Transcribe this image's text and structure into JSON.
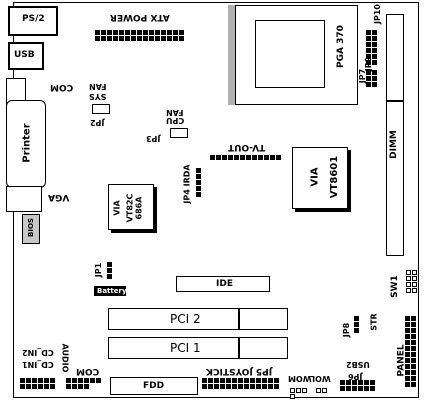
{
  "labels": {
    "ps2": "PS/2",
    "usb": "USB",
    "atx_power": "ATX POWER",
    "pga370": "PGA 370",
    "jp10": "JP10",
    "jp9": "JP9",
    "jp7": "JP7",
    "com": "COM",
    "sys_fan_1": "SYS",
    "sys_fan_2": "FAN",
    "jp2": "JP2",
    "cpu_fan_1": "CPU",
    "cpu_fan_2": "FAN",
    "jp3": "JP3",
    "printer": "Printer",
    "dimm": "DIMM",
    "tv_out": "TV-OUT",
    "via_chip_r_1": "VIA",
    "via_chip_r_2": "VT8601",
    "jp4_irda": "JP4 IRDA",
    "vga": "VGA",
    "via_chip_l_1": "VIA",
    "via_chip_l_2": "VT82C",
    "via_chip_l_3": "686A",
    "bios": "BIOS",
    "jp1": "JP1",
    "battery": "Battery",
    "ide": "IDE",
    "sw1": "SW1",
    "pci2": "PCI 2",
    "pci1": "PCI 1",
    "jp8": "JP8",
    "str": "STR",
    "cd_in2": "CD_IN2",
    "cd_in1": "CD_IN1",
    "audio": "AUDIO",
    "com2": "COM",
    "jp5_joystick": "JP5 JOYSTICK",
    "usb2": "USB2",
    "wol": "WOL",
    "wom": "WOM",
    "jp6": "JP6",
    "panel": "PANEL",
    "fdd": "FDD"
  }
}
